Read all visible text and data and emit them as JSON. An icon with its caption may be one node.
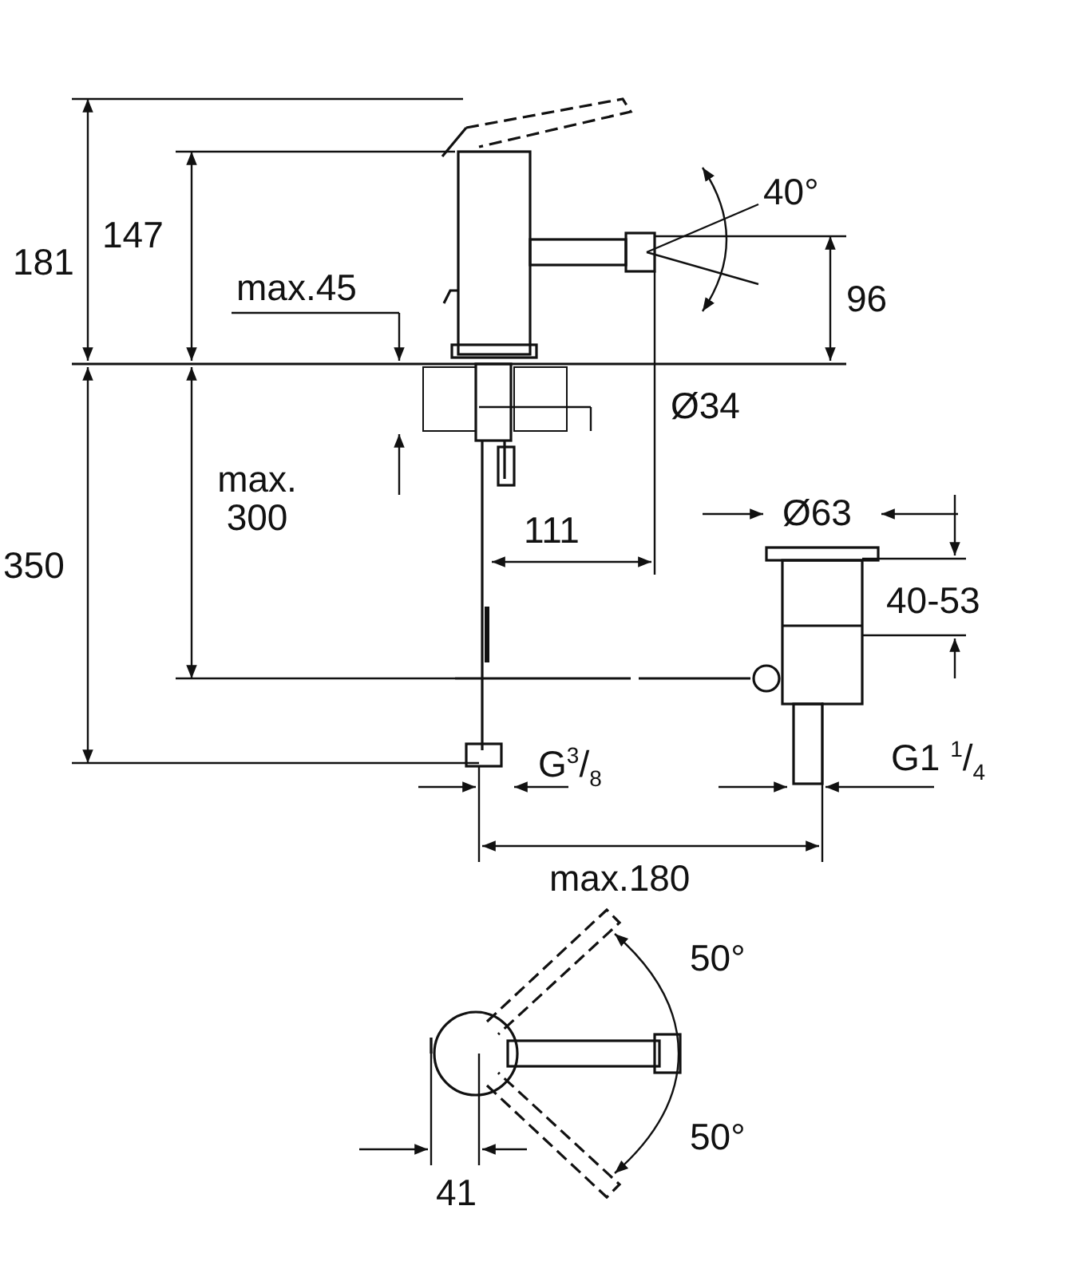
{
  "diagram": {
    "labels": [
      "181",
      "147",
      "max.45",
      "40°",
      "96",
      "Ø34",
      "max. 300",
      "350",
      "111",
      "Ø63",
      "40-53",
      "G$^{3}$/$_{8}$",
      "G1 $^{1}$/$_{4}$",
      "max.180",
      "50°",
      "50°",
      "41"
    ]
  }
}
